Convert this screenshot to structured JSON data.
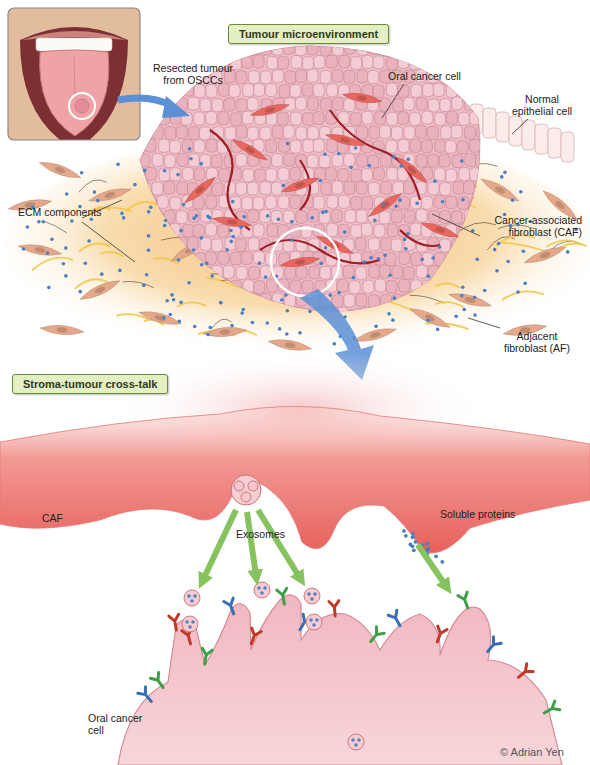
{
  "diagram": {
    "nodes": [
      {
        "text": [
          "Tumour microenvironment"
        ]
      },
      {
        "text": [
          "Stroma-tumour cross-talk"
        ]
      }
    ],
    "labels": [
      "Resected tumour from OSCCs",
      "Oral cancer cell",
      "Normal epithelial cell",
      "ECM components",
      "Cancer-associated fibroblast (CAF)",
      "Adjacent fibroblast (AF)",
      "CAF",
      "Exosomes",
      "Soluble proteins",
      "Oral cancer cell",
      "© Adrian Yen"
    ]
  }
}
